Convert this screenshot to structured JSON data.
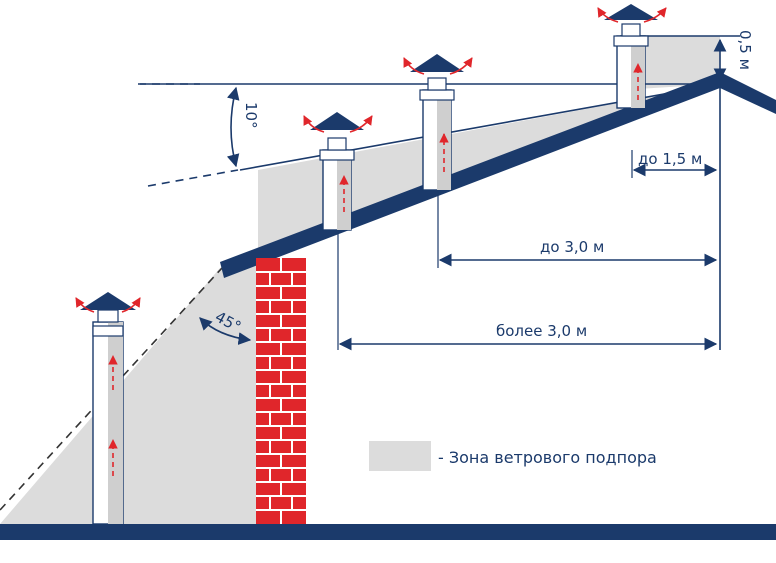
{
  "labels": {
    "angle_top": "10°",
    "angle_bottom": "45°",
    "height_above_ridge": "0,5 м",
    "dist_1_5": "до 1,5 м",
    "dist_3_0": "до 3,0 м",
    "dist_more_3_0": "более 3,0 м"
  },
  "legend": {
    "text": "- Зона ветрового подпора"
  },
  "colors": {
    "roof": "#1b3a6b",
    "zone": "#dcdcdc",
    "brick": "#e0262b",
    "draft_arrow": "#e0262b",
    "dimension": "#1b3a6b"
  }
}
